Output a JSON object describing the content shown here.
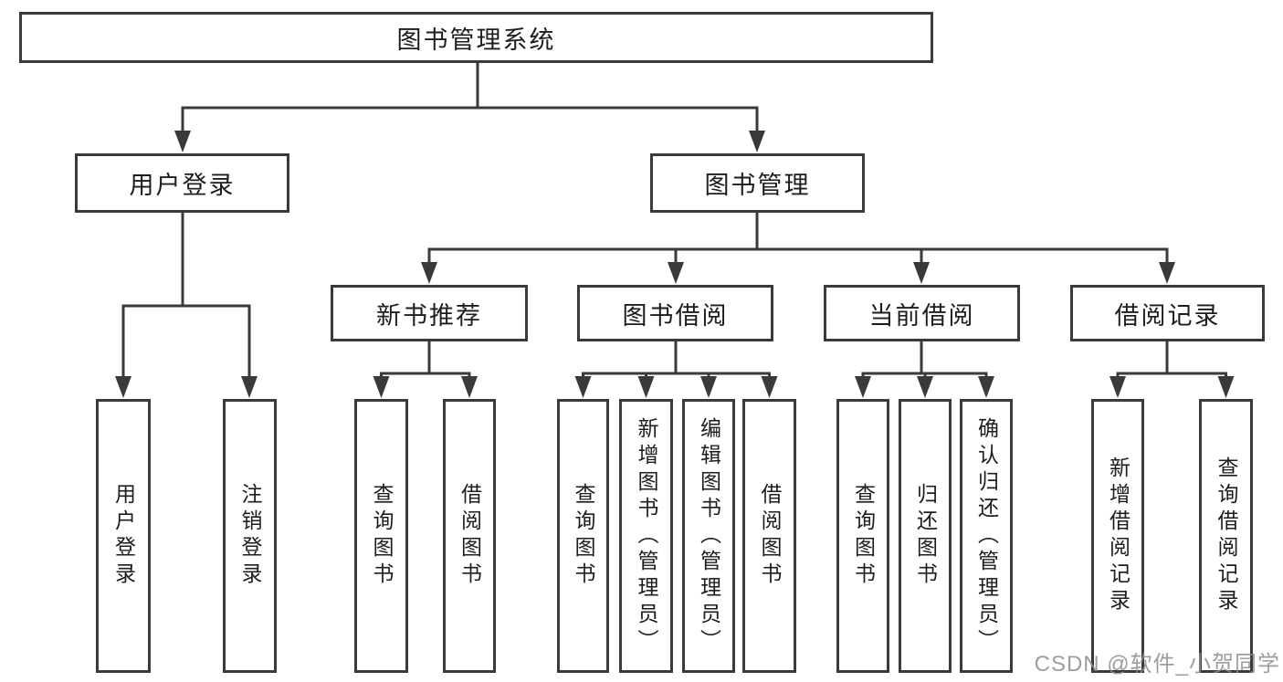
{
  "diagram": {
    "root": {
      "label": "图书管理系统"
    },
    "branches": [
      {
        "label": "用户登录",
        "children": [
          {
            "label": "用户登录"
          },
          {
            "label": "注销登录"
          }
        ]
      },
      {
        "label": "图书管理",
        "children": [
          {
            "label": "新书推荐",
            "children": [
              {
                "label": "查询图书"
              },
              {
                "label": "借阅图书"
              }
            ]
          },
          {
            "label": "图书借阅",
            "children": [
              {
                "label": "查询图书"
              },
              {
                "label": "新增图书（管理员）"
              },
              {
                "label": "编辑图书（管理员）"
              },
              {
                "label": "借阅图书"
              }
            ]
          },
          {
            "label": "当前借阅",
            "children": [
              {
                "label": "查询图书"
              },
              {
                "label": "归还图书"
              },
              {
                "label": "确认归还（管理员）"
              }
            ]
          },
          {
            "label": "借阅记录",
            "children": [
              {
                "label": "新增借阅记录"
              },
              {
                "label": "查询借阅记录"
              }
            ]
          }
        ]
      }
    ]
  },
  "watermark": {
    "text": "CSDN @软件_小贺同学"
  },
  "colors": {
    "line": "#3a3a3a",
    "text": "#1d1d1d",
    "background": "#ffffff",
    "watermark": "#8a8c8f"
  }
}
